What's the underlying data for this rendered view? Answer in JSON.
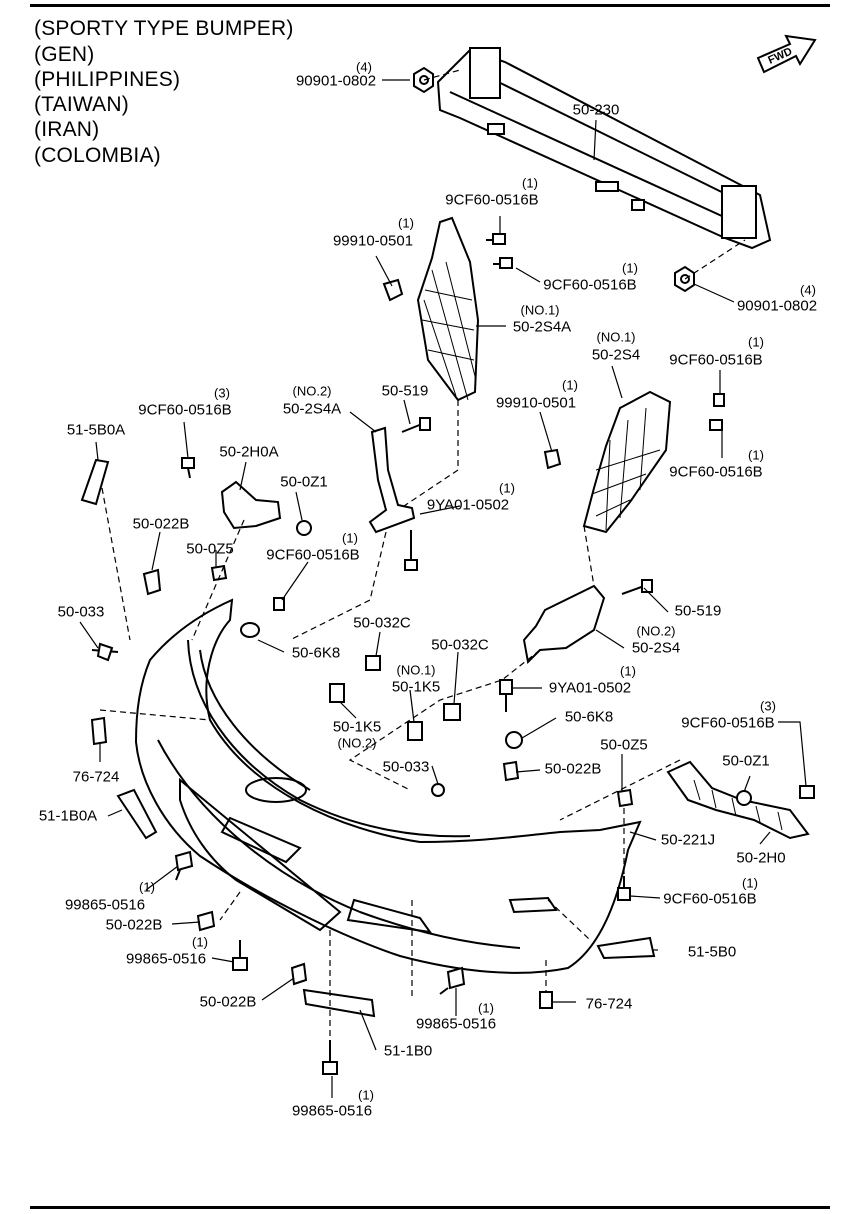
{
  "header": {
    "lines": [
      "(SPORTY TYPE BUMPER)",
      "(GEN)",
      "(PHILIPPINES)",
      "(TAIWAN)",
      "(IRAN)",
      "(COLOMBIA)"
    ]
  },
  "fwd_badge": "FWD",
  "callouts": [
    {
      "id": "c01",
      "part": "90901-0802",
      "qty": "(4)"
    },
    {
      "id": "c02",
      "part": "50-230",
      "qty": ""
    },
    {
      "id": "c03",
      "part": "9CF60-0516B",
      "qty": "(1)"
    },
    {
      "id": "c04",
      "part": "99910-0501",
      "qty": "(1)"
    },
    {
      "id": "c05",
      "part": "9CF60-0516B",
      "qty": "(1)"
    },
    {
      "id": "c06",
      "part": "90901-0802",
      "qty": "(4)"
    },
    {
      "id": "c07",
      "part": "50-2S4A",
      "qty": "(NO.1)"
    },
    {
      "id": "c08",
      "part": "50-2S4",
      "qty": "(NO.1)"
    },
    {
      "id": "c09",
      "part": "9CF60-0516B",
      "qty": "(1)"
    },
    {
      "id": "c10",
      "part": "99910-0501",
      "qty": "(1)"
    },
    {
      "id": "c11",
      "part": "9CF60-0516B",
      "qty": "(1)"
    },
    {
      "id": "c12",
      "part": "50-2S4A",
      "qty": "(NO.2)"
    },
    {
      "id": "c13",
      "part": "50-519",
      "qty": ""
    },
    {
      "id": "c14",
      "part": "9CF60-0516B",
      "qty": "(3)"
    },
    {
      "id": "c15",
      "part": "51-5B0A",
      "qty": ""
    },
    {
      "id": "c16",
      "part": "50-2H0A",
      "qty": ""
    },
    {
      "id": "c17",
      "part": "50-0Z1",
      "qty": ""
    },
    {
      "id": "c18",
      "part": "9YA01-0502",
      "qty": "(1)"
    },
    {
      "id": "c19",
      "part": "50-022B",
      "qty": ""
    },
    {
      "id": "c20",
      "part": "50-0Z5",
      "qty": ""
    },
    {
      "id": "c21",
      "part": "9CF60-0516B",
      "qty": "(1)"
    },
    {
      "id": "c22",
      "part": "50-033",
      "qty": ""
    },
    {
      "id": "c23",
      "part": "50-6K8",
      "qty": ""
    },
    {
      "id": "c24",
      "part": "50-032C",
      "qty": ""
    },
    {
      "id": "c25",
      "part": "50-032C",
      "qty": ""
    },
    {
      "id": "c26",
      "part": "50-1K5",
      "qty": "(NO.1)"
    },
    {
      "id": "c27",
      "part": "50-1K5",
      "qty": "(NO.2)"
    },
    {
      "id": "c28",
      "part": "50-519",
      "qty": ""
    },
    {
      "id": "c29",
      "part": "50-2S4",
      "qty": "(NO.2)"
    },
    {
      "id": "c30",
      "part": "9YA01-0502",
      "qty": "(1)"
    },
    {
      "id": "c31",
      "part": "50-6K8",
      "qty": ""
    },
    {
      "id": "c32",
      "part": "9CF60-0516B",
      "qty": "(3)"
    },
    {
      "id": "c33",
      "part": "76-724",
      "qty": ""
    },
    {
      "id": "c34",
      "part": "50-0Z5",
      "qty": ""
    },
    {
      "id": "c35",
      "part": "50-0Z1",
      "qty": ""
    },
    {
      "id": "c36",
      "part": "50-033",
      "qty": ""
    },
    {
      "id": "c37",
      "part": "50-022B",
      "qty": ""
    },
    {
      "id": "c38",
      "part": "51-1B0A",
      "qty": ""
    },
    {
      "id": "c39",
      "part": "50-221J",
      "qty": ""
    },
    {
      "id": "c40",
      "part": "50-2H0",
      "qty": ""
    },
    {
      "id": "c41",
      "part": "99865-0516",
      "qty": "(1)"
    },
    {
      "id": "c42",
      "part": "9CF60-0516B",
      "qty": "(1)"
    },
    {
      "id": "c43",
      "part": "50-022B",
      "qty": ""
    },
    {
      "id": "c44",
      "part": "99865-0516",
      "qty": "(1)"
    },
    {
      "id": "c45",
      "part": "51-5B0",
      "qty": ""
    },
    {
      "id": "c46",
      "part": "50-022B",
      "qty": ""
    },
    {
      "id": "c47",
      "part": "76-724",
      "qty": ""
    },
    {
      "id": "c48",
      "part": "99865-0516",
      "qty": "(1)"
    },
    {
      "id": "c49",
      "part": "51-1B0",
      "qty": ""
    },
    {
      "id": "c50",
      "part": "99865-0516",
      "qty": "(1)"
    }
  ]
}
